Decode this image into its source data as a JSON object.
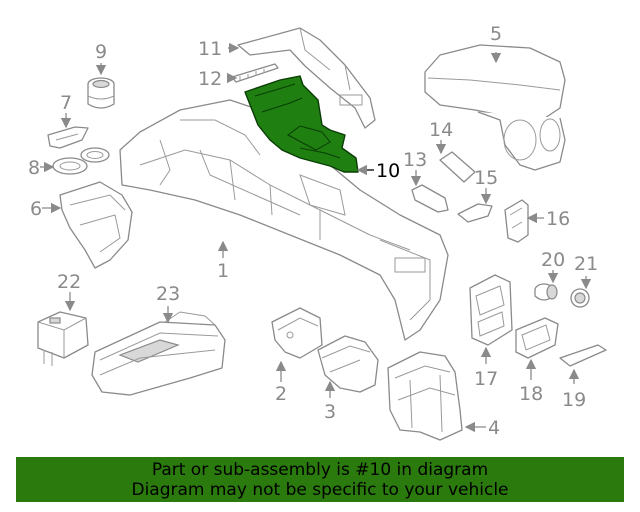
{
  "highlight_color": "#2a7a0e",
  "callouts": {
    "c1": "1",
    "c2": "2",
    "c3": "3",
    "c4": "4",
    "c5": "5",
    "c6": "6",
    "c7": "7",
    "c8": "8",
    "c9": "9",
    "c10": "10",
    "c11": "11",
    "c12": "12",
    "c13": "13",
    "c14": "14",
    "c15": "15",
    "c16": "16",
    "c17": "17",
    "c18": "18",
    "c19": "19",
    "c20": "20",
    "c21": "21",
    "c22": "22",
    "c23": "23"
  },
  "highlighted_part": "10",
  "banner": {
    "line1": "Part or sub-assembly is #10 in diagram",
    "line2": "Diagram may not be specific to your vehicle"
  }
}
